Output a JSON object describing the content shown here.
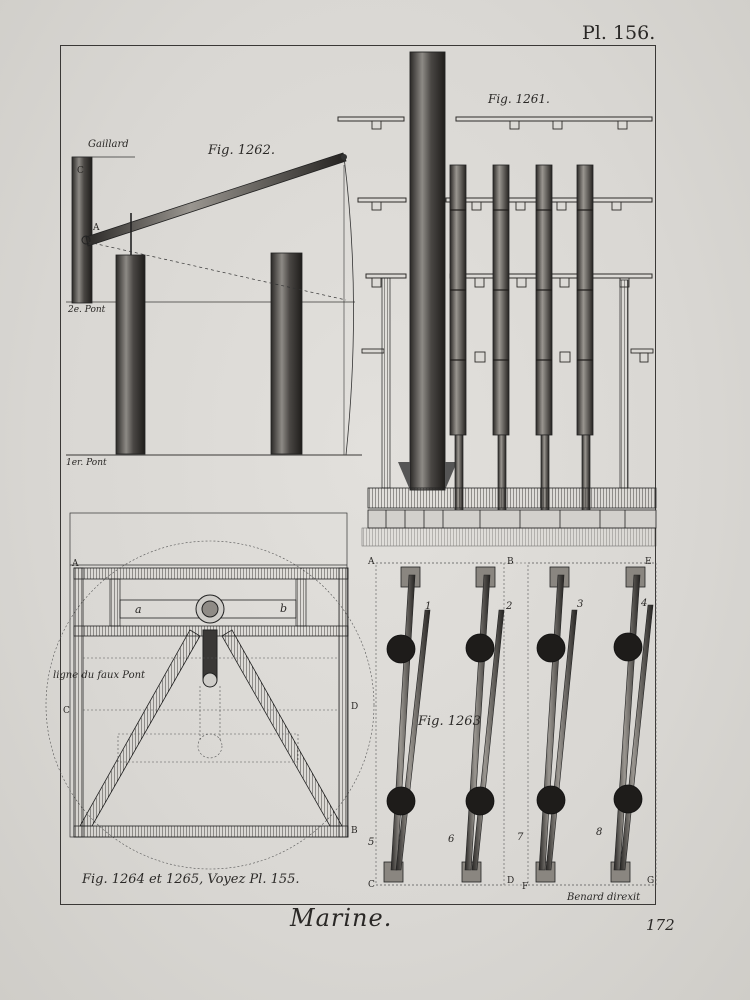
{
  "plate": {
    "number": "Pl. 156.",
    "section_title": "Marine.",
    "page_number": "172",
    "credit": "Benard direxit",
    "bottom_caption": "Fig. 1264 et 1265, Voyez Pl. 155."
  },
  "figures": {
    "fig_1262": {
      "title": "Fig. 1262.",
      "labels": {
        "gaillard": "Gaillard",
        "second_deck": "2e. Pont",
        "first_deck": "1er. Pont",
        "c": "C",
        "a": "A"
      }
    },
    "fig_1261": {
      "title": "Fig. 1261."
    },
    "fig_1264": {
      "labels": {
        "false_deck_line": "ligne du faux Pont",
        "a_upper": "A",
        "b_upper": "B",
        "c_upper": "C",
        "d_upper": "D",
        "a_lower": "a",
        "b_lower": "b"
      }
    },
    "fig_1263": {
      "title": "Fig. 1263",
      "corner_labels": [
        "A",
        "B",
        "E",
        "C",
        "D",
        "F",
        "G"
      ],
      "pump_numbers": [
        "1",
        "2",
        "3",
        "4",
        "5",
        "6",
        "7",
        "8"
      ]
    }
  }
}
